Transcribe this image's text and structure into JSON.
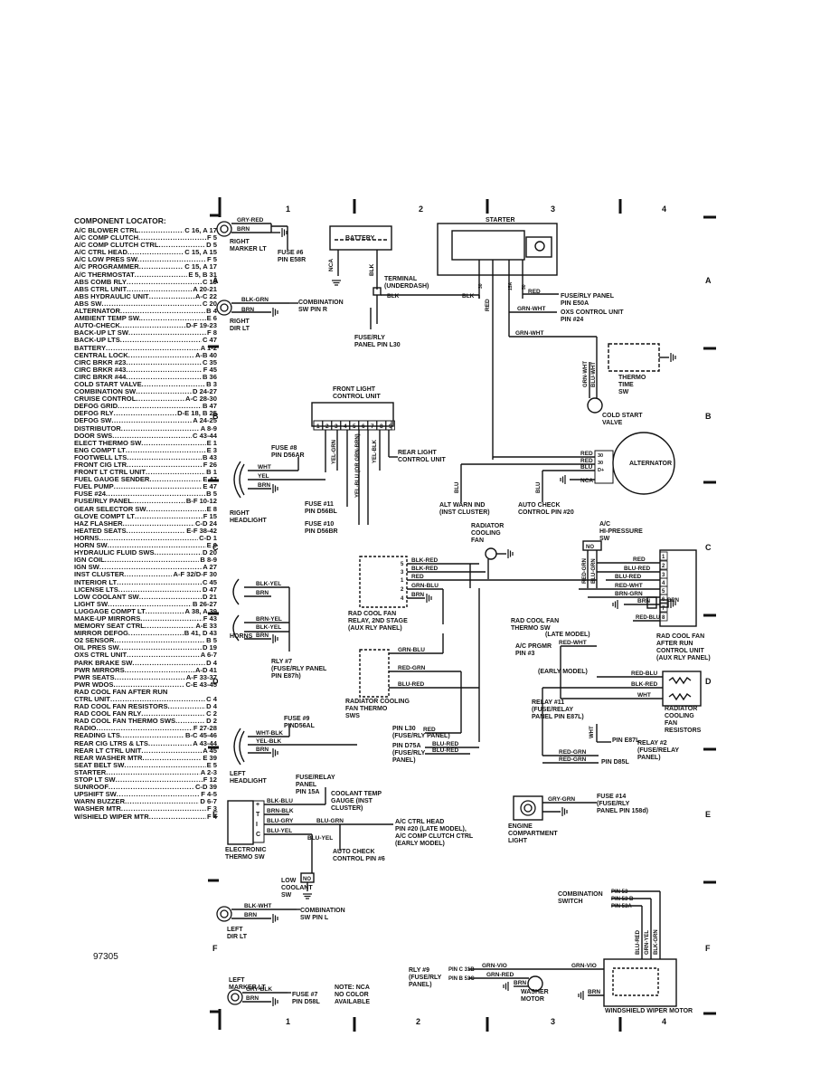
{
  "locator": {
    "title": "COMPONENT LOCATOR:",
    "items": [
      {
        "name": "A/C BLOWER CTRL",
        "ref": "C 16, A 17"
      },
      {
        "name": "A/C COMP CLUTCH",
        "ref": "F 5"
      },
      {
        "name": "A/C COMP CLUTCH CTRL",
        "ref": "D 5"
      },
      {
        "name": "A/C CTRL HEAD",
        "ref": "C 15, A 15"
      },
      {
        "name": "A/C LOW PRES SW",
        "ref": "F 5"
      },
      {
        "name": "A/C PROGRAMMER",
        "ref": "C 15, A 17"
      },
      {
        "name": "A/C THERMOSTAT",
        "ref": "E 5, B 31"
      },
      {
        "name": "ABS COMB RLY",
        "ref": "C 19"
      },
      {
        "name": "ABS CTRL UNIT",
        "ref": "A 20-21"
      },
      {
        "name": "ABS HYDRAULIC UNIT",
        "ref": "A-C 22"
      },
      {
        "name": "ABS SW",
        "ref": "C 20"
      },
      {
        "name": "ALTERNATOR",
        "ref": "B 4"
      },
      {
        "name": "AMBIENT TEMP SW.",
        "ref": "E 6"
      },
      {
        "name": "AUTO-CHECK",
        "ref": "D-F 19-23"
      },
      {
        "name": "BACK-UP LT SW",
        "ref": "F 8"
      },
      {
        "name": "BACK-UP LTS",
        "ref": "C 47"
      },
      {
        "name": "BATTERY",
        "ref": "A 1-2"
      },
      {
        "name": "CENTRAL LOCK",
        "ref": "A-B 40"
      },
      {
        "name": "CIRC BRKR #23",
        "ref": "C 35"
      },
      {
        "name": "CIRC BRKR #43",
        "ref": "F 45"
      },
      {
        "name": "CIRC BRKR #44",
        "ref": "B 36"
      },
      {
        "name": "COLD START VALVE",
        "ref": "B 3"
      },
      {
        "name": "COMBINATION SW",
        "ref": "D 24-27"
      },
      {
        "name": "CRUISE CONTROL",
        "ref": "A-C 28-30"
      },
      {
        "name": "DEFOG GRID",
        "ref": "B 47"
      },
      {
        "name": "DEFOG RLY",
        "ref": "D-E 18, B 25"
      },
      {
        "name": "DEFOG SW",
        "ref": "A 24-25"
      },
      {
        "name": "DISTRIBUTOR",
        "ref": "A 8-9"
      },
      {
        "name": "DOOR SWS",
        "ref": "C 43-44"
      },
      {
        "name": "ELECT THERMO SW",
        "ref": "E 1"
      },
      {
        "name": "ENG COMPT LT",
        "ref": "E 3"
      },
      {
        "name": "FOOTWELL LTS",
        "ref": "B 43"
      },
      {
        "name": "FRONT CIG LTR",
        "ref": "F 26"
      },
      {
        "name": "FRONT LT CTRL UNIT",
        "ref": "B 1"
      },
      {
        "name": "FUEL GAUGE SENDER",
        "ref": "E 47"
      },
      {
        "name": "FUEL PUMP",
        "ref": "E 47"
      },
      {
        "name": "FUSE #24",
        "ref": "B 5"
      },
      {
        "name": "FUSE/RLY PANEL",
        "ref": "B-F 10-12"
      },
      {
        "name": "GEAR SELECTOR SW",
        "ref": "E 8"
      },
      {
        "name": "GLOVE COMPT LT",
        "ref": "F 15"
      },
      {
        "name": "HAZ FLASHER",
        "ref": "C-D 24"
      },
      {
        "name": "HEATED SEATS",
        "ref": "E-F 38-42"
      },
      {
        "name": "HORNS",
        "ref": "C-D 1"
      },
      {
        "name": "HORN SW",
        "ref": "E 9"
      },
      {
        "name": "HYDRAULIC FLUID SWS",
        "ref": "D 20"
      },
      {
        "name": "IGN COIL",
        "ref": "B 8-9"
      },
      {
        "name": "IGN SW",
        "ref": "A 27"
      },
      {
        "name": "INST CLUSTER",
        "ref": "A-F 32/D-F 30"
      },
      {
        "name": "INTERIOR LT",
        "ref": "C 45"
      },
      {
        "name": "LICENSE LTS",
        "ref": "D 47"
      },
      {
        "name": "LOW COOLANT SW",
        "ref": "D 21"
      },
      {
        "name": "LIGHT SW",
        "ref": "B 26-27"
      },
      {
        "name": "LUGGAGE COMPT LT",
        "ref": "A 38, A 39"
      },
      {
        "name": "MAKE-UP MIRRORS",
        "ref": "F 43"
      },
      {
        "name": "MEMORY SEAT CTRL",
        "ref": "A-E 33"
      },
      {
        "name": "MIRROR DEFOG",
        "ref": "B 41, D 43"
      },
      {
        "name": "O2 SENSOR",
        "ref": "B 5"
      },
      {
        "name": "OIL PRES SW",
        "ref": "D 19"
      },
      {
        "name": "OXS CTRL UNIT",
        "ref": "A 6-7"
      },
      {
        "name": "PARK BRAKE SW",
        "ref": "D 4"
      },
      {
        "name": "PWR MIRRORS",
        "ref": "A-D 41"
      },
      {
        "name": "PWR SEATS",
        "ref": "A-F 33-37"
      },
      {
        "name": "PWR WDOS",
        "ref": "C-E 43-45"
      },
      {
        "name": "RAD COOL FAN AFTER RUN",
        "ref": ""
      },
      {
        "name": "  CTRL UNIT",
        "ref": "C 4"
      },
      {
        "name": "RAD COOL FAN RESISTORS",
        "ref": "D 4"
      },
      {
        "name": "RAD COOL FAN RLY",
        "ref": "C 2"
      },
      {
        "name": "RAD COOL FAN THERMO SWS",
        "ref": "D 2"
      },
      {
        "name": "RADIO",
        "ref": "F 27-28"
      },
      {
        "name": "READING LTS",
        "ref": "B-C 45-46"
      },
      {
        "name": "REAR CIG LTRS & LTS",
        "ref": "A 43-44"
      },
      {
        "name": "REAR LT CTRL UNIT",
        "ref": "A 45"
      },
      {
        "name": "REAR WASHER MTR",
        "ref": "E 39"
      },
      {
        "name": "SEAT BELT SW",
        "ref": "E 5"
      },
      {
        "name": "STARTER",
        "ref": "A 2-3"
      },
      {
        "name": "STOP LT SW",
        "ref": "F 12"
      },
      {
        "name": "SUNROOF",
        "ref": "C-D 39"
      },
      {
        "name": "UPSHIFT SW",
        "ref": "F 4-5"
      },
      {
        "name": "WARN BUZZER",
        "ref": "D 6-7"
      },
      {
        "name": "WASHER MTR",
        "ref": "F 3"
      },
      {
        "name": "W/SHIELD WIPER MTR",
        "ref": "F 4"
      }
    ]
  },
  "grid": {
    "columns": [
      "1",
      "2",
      "3",
      "4"
    ],
    "rows": [
      "A",
      "B",
      "C",
      "D",
      "E",
      "F"
    ]
  },
  "figure_number": "97305",
  "labels": {
    "right_marker_lt": "RIGHT\nMARKER LT",
    "fuse6": "FUSE #6\nPIN E58R",
    "battery": "BATTERY",
    "nca": "NCA",
    "terminal": "TERMINAL\n(UNDERDASH)",
    "fuse_rly_l30": "FUSE/RLY\nPANEL PIN L30",
    "starter": "STARTER",
    "fuse_rly_e50a": "FUSE/RLY PANEL\nPIN E50A",
    "oxs": "OXS CONTROL UNIT\nPIN #24",
    "thermo_time": "THERMO\nTIME\nSW",
    "cold_start": "COLD START\nVALVE",
    "right_dir_lt": "RIGHT\nDIR LT",
    "comb_sw_r": "COMBINATION\nSW PIN R",
    "front_light_cu": "FRONT LIGHT\nCONTROL UNIT",
    "fuse8": "FUSE #8\nPIN D56AR",
    "rear_light_cu": "REAR LIGHT\nCONTROL UNIT",
    "right_headlight": "RIGHT\nHEADLIGHT",
    "fuse11": "FUSE #11\nPIN D56BL",
    "fuse10": "FUSE #10\nPIN D56BR",
    "alternator": "ALTERNATOR",
    "alt_warn": "ALT WARN IND\n(INST CLUSTER)",
    "auto_check_20": "AUTO CHECK\nCONTROL PIN #20",
    "radiator_fan": "RADIATOR\nCOOLING\nFAN",
    "ac_hipres": "A/C\nHI-PRESSURE\nSW",
    "rad_fan_relay": "RAD COOL FAN\nRELAY, 2ND STAGE\n(AUX RLY PANEL)",
    "rad_fan_thermo": "RAD COOL FAN\nTHERMO SW",
    "late_model": "(LATE MODEL)",
    "ac_prgmr": "A/C PRGMR\nPIN #3",
    "early_model": "(EARLY MODEL)",
    "afterrun": "RAD COOL FAN\nAFTER RUN\nCONTROL UNIT\n(AUX RLY PANEL)",
    "horns": "HORNS",
    "rly7": "RLY #7\n(FUSE/RLY PANEL\nPIN E87h)",
    "rad_thermo_sws": "RADIATOR COOLING\nFAN THERMO\nSWS",
    "relay11": "RELAY #11\n(FUSE/RELAY\nPANEL PIN E87L)",
    "rad_resistors": "RADIATOR\nCOOLING\nFAN\nRESISTORS",
    "fuse9": "FUSE #9\nPIND56AL",
    "pin_l30": "PIN L30\n(FUSE/RLY PANEL)",
    "pin_d75a": "PIN D75A\n(FUSE/RLY\nPANEL)",
    "pin_e87l": "PIN E87L",
    "relay2": "RELAY #2\n(FUSE/RELAY\nPANEL)",
    "pin_d85l": "PIN D85L",
    "left_headlight": "LEFT\nHEADLIGHT",
    "fuse_rly_15a": "FUSE/RELAY\nPANEL\nPIN 15A",
    "coolant_gauge": "COOLANT TEMP\nGAUGE (INST\nCLUSTER)",
    "ac_ctrl_head": "A/C CTRL HEAD\nPIN #20 (LATE MODEL),\nA/C COMP CLUTCH CTRL\n(EARLY MODEL)",
    "auto_check_6": "AUTO CHECK\nCONTROL PIN #6",
    "elec_thermo": "ELECTRONIC\nTHERMO SW",
    "low_coolant": "LOW\nCOOLANT\nSW",
    "fuse14": "FUSE #14\n(FUSE/RLY\nPANEL PIN 158d)",
    "eng_comp_lt": "ENGINE\nCOMPARTMENT\nLIGHT",
    "comb_switch": "COMBINATION\nSWITCH",
    "left_dir_lt": "LEFT\nDIR LT",
    "comb_sw_l": "COMBINATION\nSW PIN L",
    "left_marker_lt": "LEFT\nMARKER LT",
    "fuse7": "FUSE #7\nPIN D58L",
    "note": "NOTE:  NCA\n           NO COLOR\n           AVAILABLE",
    "rly9": "RLY #9\n(FUSE/RLY\nPANEL)",
    "washer_motor": "WASHER\nMOTOR",
    "wiper_motor": "WINDSHIELD WIPER MOTOR"
  },
  "wires": {
    "gry_red": "GRY-RED",
    "brn": "BRN",
    "blk": "BLK",
    "red": "RED",
    "blk_grn": "BLK-GRN",
    "grn_wht": "GRN-WHT",
    "blu": "BLU",
    "nca": "NCA",
    "wht": "WHT",
    "yel": "YEL",
    "blk_yel": "BLK-YEL",
    "brn_yel": "BRN-YEL",
    "blk_red": "BLK-RED",
    "grn_blu": "GRN-BLU",
    "red_grn": "RED-GRN",
    "blu_red": "BLU-RED",
    "red_wht": "RED-WHT",
    "brn_grn": "BRN-GRN",
    "red_blu": "RED-BLU",
    "grn_red": "GRN-RED",
    "wht_blk": "WHT-BLK",
    "yel_blk": "YEL-BLK",
    "blk_blu": "BLK-BLU",
    "brn_blk": "BRN-BLK",
    "blu_gry": "BLU-GRY",
    "blu_grn": "BLU-GRN",
    "blu_yel": "BLU-YEL",
    "gry_grn": "GRY-GRN",
    "blk_wht": "BLK-WHT",
    "grn_vio": "GRN-VIO",
    "gry_blk": "GRY-BLK",
    "yel_grn": "YEL-GRN",
    "yel_blu_or_grn_brn": "YEL-BLU (OR GRN-BRN)",
    "yel_blk_v": "YEL-BLK",
    "grn_wht_v": "GRN-WHT",
    "blu_wht": "BLU-WHT",
    "blk_red_v": "BLK-RED",
    "red_grn_v": "RED-GRN",
    "blu_grn_v": "BLU-GRN",
    "grn_yel": "GRN-YEL",
    "red_grn_2": "RED-GRN"
  },
  "pins": {
    "flcu": [
      "1",
      "2",
      "3",
      "4",
      "5",
      "6",
      "7",
      "8",
      "9"
    ],
    "starter_terms": [
      "30",
      "15A",
      "50"
    ],
    "alt_terms": [
      "30",
      "30",
      "D+"
    ],
    "relay_pins": [
      "5",
      "3",
      "1",
      "2",
      "4"
    ],
    "afterrun_pins": [
      "1",
      "2",
      "3",
      "4",
      "5",
      "6",
      "7",
      "8"
    ],
    "ets_pins": [
      "+",
      "T",
      "I",
      "C"
    ],
    "comb_pins": [
      "PIN 53",
      "PIN 53 B",
      "PIN 53A"
    ],
    "rly9_pins": [
      "PIN C 31B",
      "PIN B 53C"
    ],
    "no": "NO"
  }
}
